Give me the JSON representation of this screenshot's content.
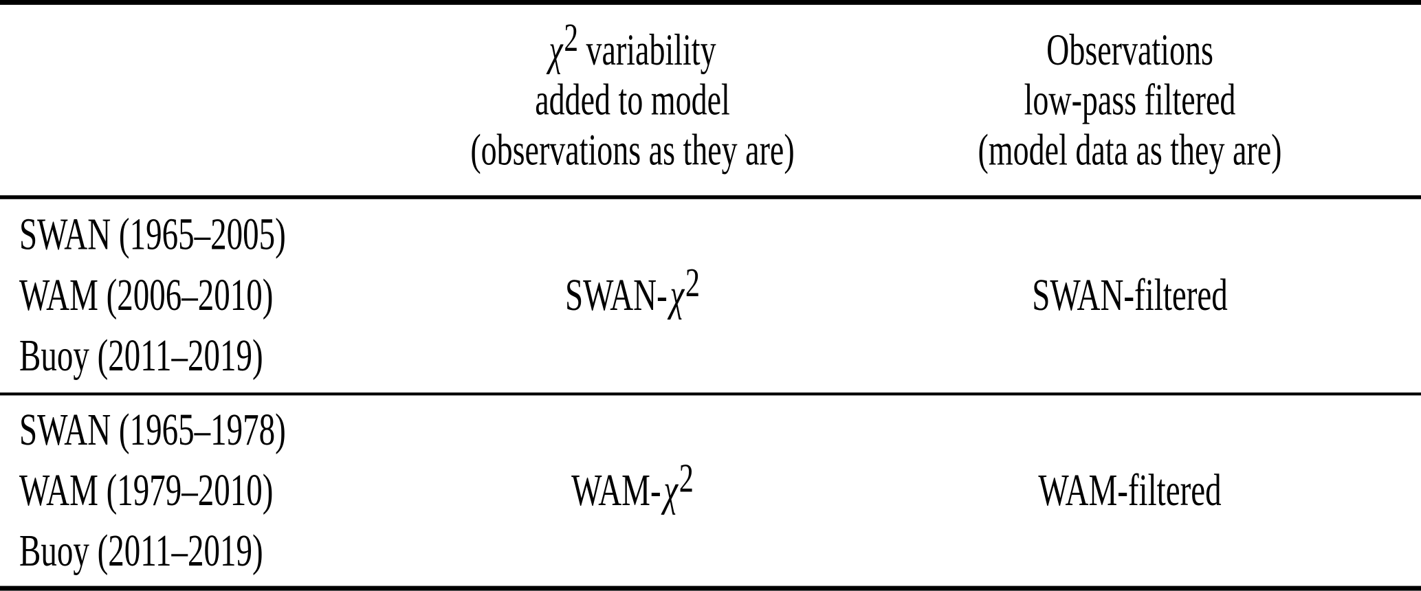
{
  "table": {
    "header": {
      "chi_col": {
        "chi": "χ",
        "chi_sup": "2",
        "line1_rest": " variability",
        "line2": "added to model",
        "line3": "(observations as they are)"
      },
      "filtered_col": {
        "line1": "Observations",
        "line2": "low-pass filtered",
        "line3": "(model data as they are)"
      }
    },
    "rows": [
      {
        "observation_lines": [
          "SWAN (1965–2005)",
          "WAM (2006–2010)",
          "Buoy (2011–2019)"
        ],
        "chi_cell": {
          "prefix": "SWAN-",
          "chi": "χ",
          "sup": "2"
        },
        "filtered_cell": "SWAN-filtered"
      },
      {
        "observation_lines": [
          "SWAN (1965–1978)",
          "WAM (1979–2010)",
          "Buoy (2011–2019)"
        ],
        "chi_cell": {
          "prefix": "WAM-",
          "chi": "χ",
          "sup": "2"
        },
        "filtered_cell": "WAM-filtered"
      }
    ]
  },
  "colors": {
    "text": "#000000",
    "background": "#ffffff",
    "rule": "#000000"
  }
}
